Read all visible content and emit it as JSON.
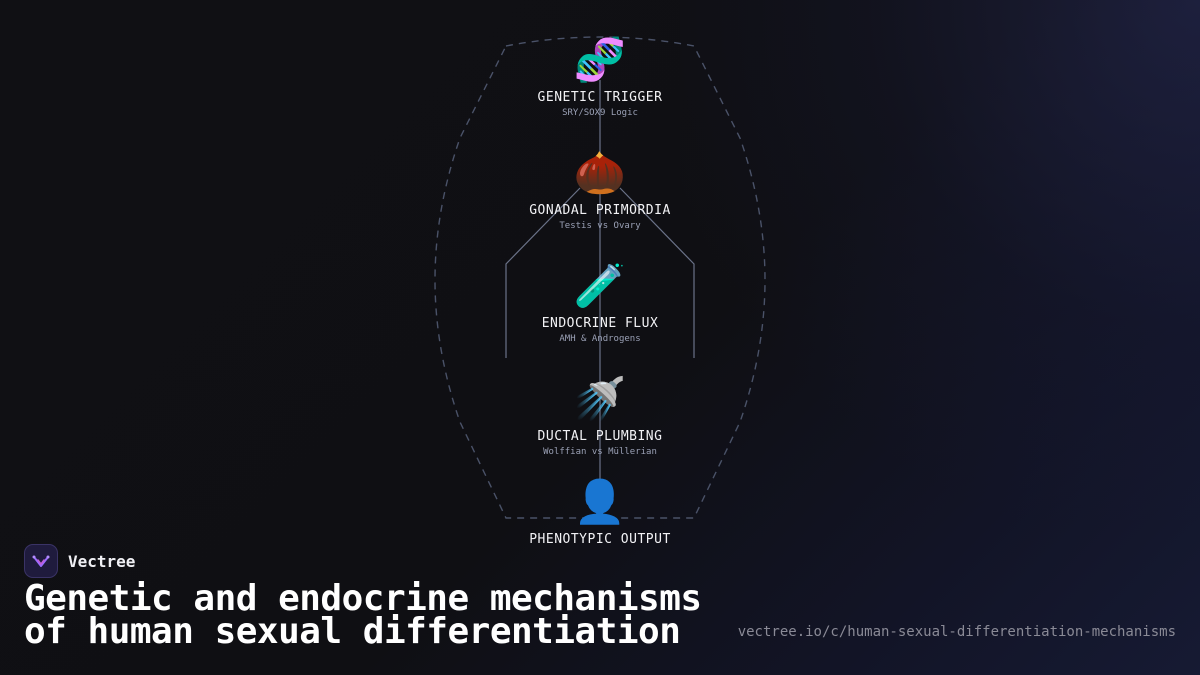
{
  "diagram": {
    "nodes": [
      {
        "icon": "dna-icon",
        "glyph": "🧬",
        "title": "GENETIC TRIGGER",
        "subtitle": "SRY/SOX9 Logic"
      },
      {
        "icon": "chestnut-icon",
        "glyph": "🌰",
        "title": "GONADAL PRIMORDIA",
        "subtitle": "Testis vs Ovary"
      },
      {
        "icon": "test-tube-icon",
        "glyph": "🧪",
        "title": "ENDOCRINE FLUX",
        "subtitle": "AMH & Androgens"
      },
      {
        "icon": "shower-icon",
        "glyph": "🚿",
        "title": "DUCTAL PLUMBING",
        "subtitle": "Wolffian vs Müllerian"
      },
      {
        "icon": "person-silhouette-icon",
        "glyph": "👤",
        "title": "PHENOTYPIC OUTPUT",
        "subtitle": ""
      }
    ]
  },
  "brand": {
    "name": "Vectree",
    "logo_icon": "vectree-logo-icon"
  },
  "headline": {
    "line1": "Genetic and endocrine mechanisms",
    "line2": "of human sexual differentiation"
  },
  "url": "vectree.io/c/human-sexual-differentiation-mechanisms",
  "colors": {
    "background": "#101014",
    "line": "#5f6780",
    "accent": "#8a5cf6"
  }
}
